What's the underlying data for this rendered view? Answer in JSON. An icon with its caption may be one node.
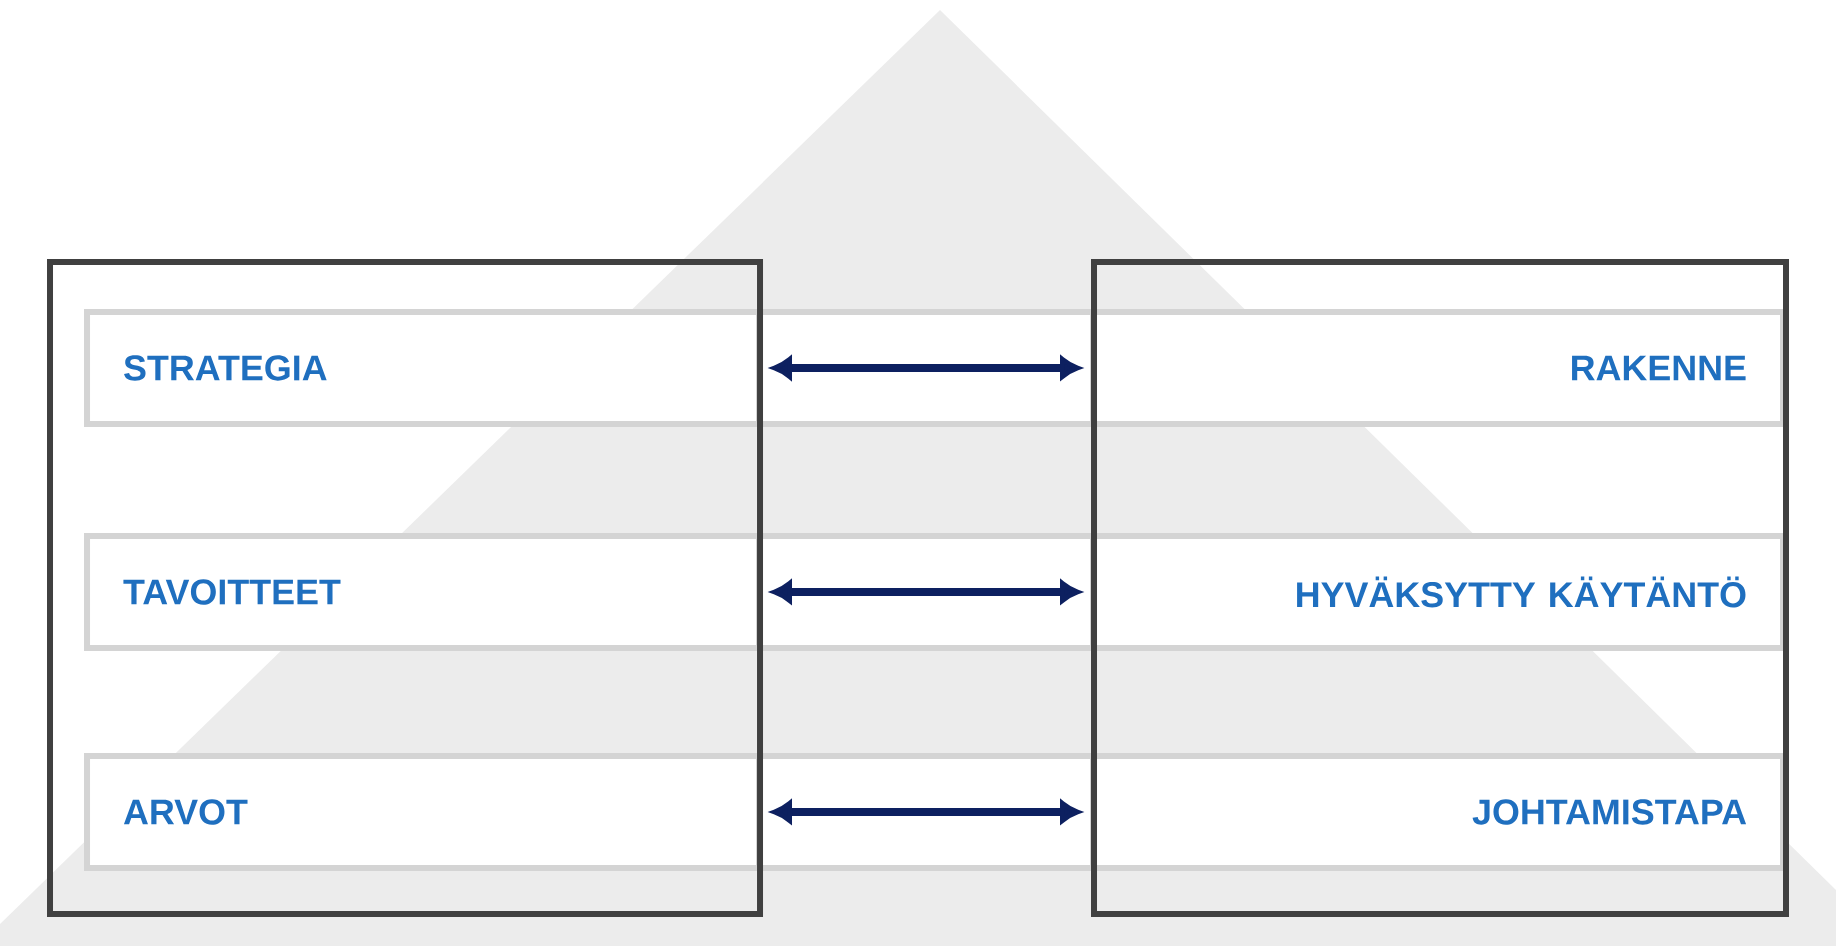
{
  "diagram": {
    "nodes": [
      {
        "text": [],
        "shape": "box"
      },
      {
        "text": [],
        "shape": "box"
      },
      {
        "text": [
          "STRATEGIA"
        ],
        "in": 0
      },
      {
        "text": [
          "RAKENNE"
        ],
        "in": 1
      },
      {
        "text": [
          "TAVOITTEET"
        ],
        "in": 0
      },
      {
        "text": [
          "HYVÄKSYTTY KÄYTÄNTÖ"
        ],
        "in": 1
      },
      {
        "text": [
          "ARVOT"
        ],
        "in": 0
      },
      {
        "text": [
          "JOHTAMISTAPA"
        ],
        "in": 1
      }
    ],
    "edges": [
      {
        "from": 2,
        "to": 3,
        "arrow": "both"
      },
      {
        "from": 4,
        "to": 5,
        "arrow": "both"
      },
      {
        "from": 6,
        "to": 7,
        "arrow": "both"
      }
    ]
  }
}
